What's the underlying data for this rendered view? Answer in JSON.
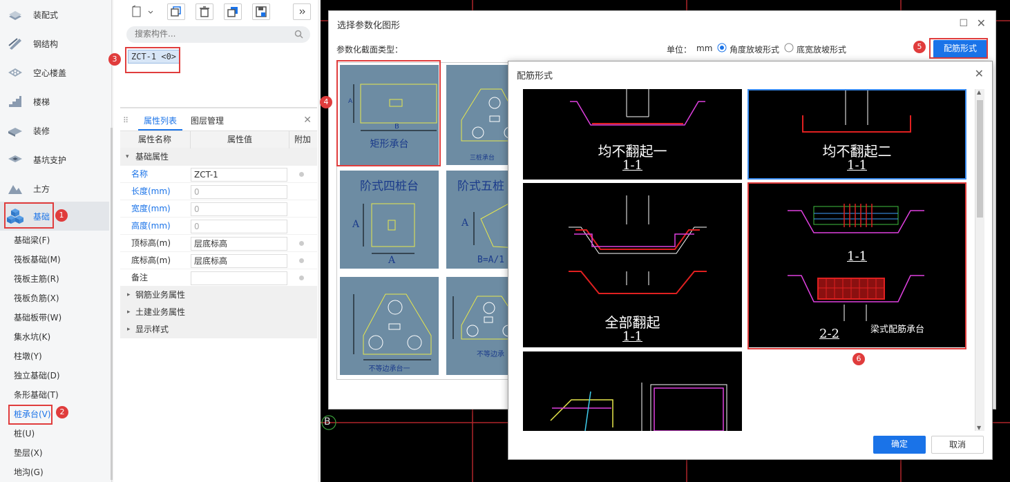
{
  "nav": {
    "items": [
      {
        "label": "装配式",
        "icon": "prefab-icon"
      },
      {
        "label": "钢结构",
        "icon": "steel-icon"
      },
      {
        "label": "空心楼盖",
        "icon": "hollow-slab-icon"
      },
      {
        "label": "楼梯",
        "icon": "stair-icon"
      },
      {
        "label": "装修",
        "icon": "decoration-icon"
      },
      {
        "label": "基坑支护",
        "icon": "pit-icon"
      },
      {
        "label": "土方",
        "icon": "earthwork-icon"
      },
      {
        "label": "基础",
        "icon": "foundation-icon"
      }
    ],
    "sub_items": [
      "基础梁(F)",
      "筏板基础(M)",
      "筏板主筋(R)",
      "筏板负筋(X)",
      "基础板带(W)",
      "集水坑(K)",
      "柱墩(Y)",
      "独立基础(D)",
      "条形基础(T)",
      "桩承台(V)",
      "桩(U)",
      "垫层(X)",
      "地沟(G)"
    ]
  },
  "search": {
    "placeholder": "搜索构件..."
  },
  "component": {
    "name": "ZCT-1 <0>"
  },
  "props": {
    "tabs": [
      "属性列表",
      "图层管理"
    ],
    "headers": [
      "属性名称",
      "属性值",
      "附加"
    ],
    "group_basic": "基础属性",
    "rows": [
      {
        "name": "名称",
        "value": "ZCT-1"
      },
      {
        "name": "长度(mm)",
        "value": "0"
      },
      {
        "name": "宽度(mm)",
        "value": "0"
      },
      {
        "name": "高度(mm)",
        "value": "0"
      },
      {
        "name": "顶标高(m)",
        "value": "层底标高"
      },
      {
        "name": "底标高(m)",
        "value": "层底标高"
      },
      {
        "name": "备注",
        "value": ""
      }
    ],
    "groups": [
      "钢筋业务属性",
      "土建业务属性",
      "显示样式"
    ]
  },
  "dialog1": {
    "title": "选择参数化图形",
    "section_label": "参数化截面类型：",
    "unit_label": "单位：",
    "unit_value": "mm",
    "radio1": "角度放坡形式",
    "radio2": "底宽放坡形式",
    "rebar_button": "配筋形式",
    "thumbs": [
      {
        "label": "矩形承台"
      },
      {
        "label": "三桩承台"
      },
      {
        "label": "阶式四桩台"
      },
      {
        "label": "阶式五桩"
      },
      {
        "label": "不等边承台一"
      },
      {
        "label": "不等边承"
      }
    ]
  },
  "dialog2": {
    "title": "配筋形式",
    "cells": [
      {
        "label": "均不翻起一",
        "section": "1-1"
      },
      {
        "label": "均不翻起二",
        "section": "1-1"
      },
      {
        "label": "全部翻起",
        "section": "1-1"
      },
      {
        "label": "梁式配筋承台",
        "section1": "1-1",
        "section2": "2-2"
      },
      {
        "label": "",
        "section": ""
      }
    ],
    "ok": "确定",
    "cancel": "取消"
  },
  "badges": [
    "1",
    "2",
    "3",
    "4",
    "5",
    "6"
  ],
  "canvas_marker": "B",
  "colors": {
    "accent": "#1a73e8",
    "badge": "#e03c3c",
    "thumb_bg": "#6d8ca3"
  }
}
